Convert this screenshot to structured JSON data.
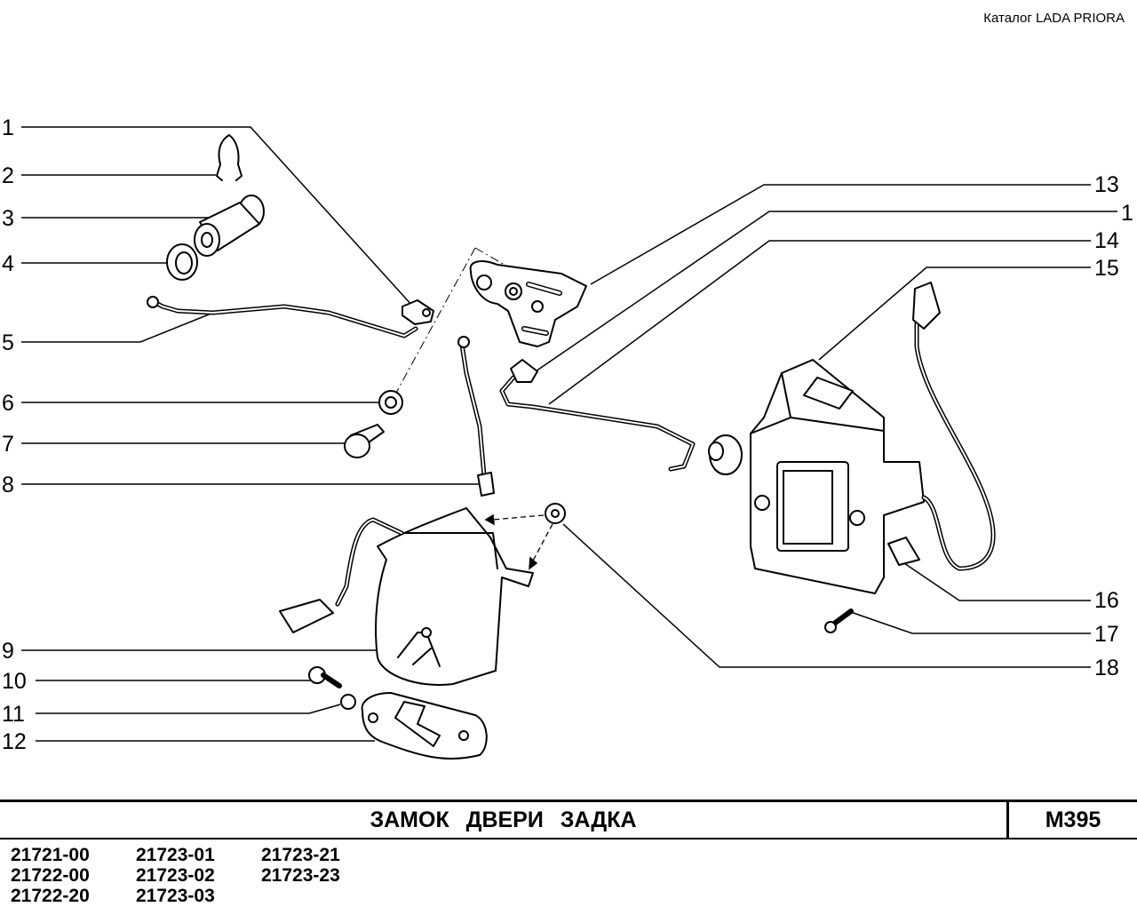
{
  "catalog": "Каталог  LADA  PRIORA",
  "callouts_left": [
    "1",
    "2",
    "3",
    "4",
    "5",
    "6",
    "7",
    "8",
    "9",
    "10",
    "11",
    "12"
  ],
  "callouts_right": [
    "13",
    "1",
    "14",
    "15",
    "16",
    "17",
    "18"
  ],
  "footer": {
    "title": "ЗАМОК   ДВЕРИ   ЗАДКА",
    "code": "M395",
    "models": [
      [
        "21721-00",
        "21722-00",
        "21722-20"
      ],
      [
        "21723-01",
        "21723-02",
        "21723-03"
      ],
      [
        "21723-21",
        "21723-23"
      ]
    ]
  }
}
